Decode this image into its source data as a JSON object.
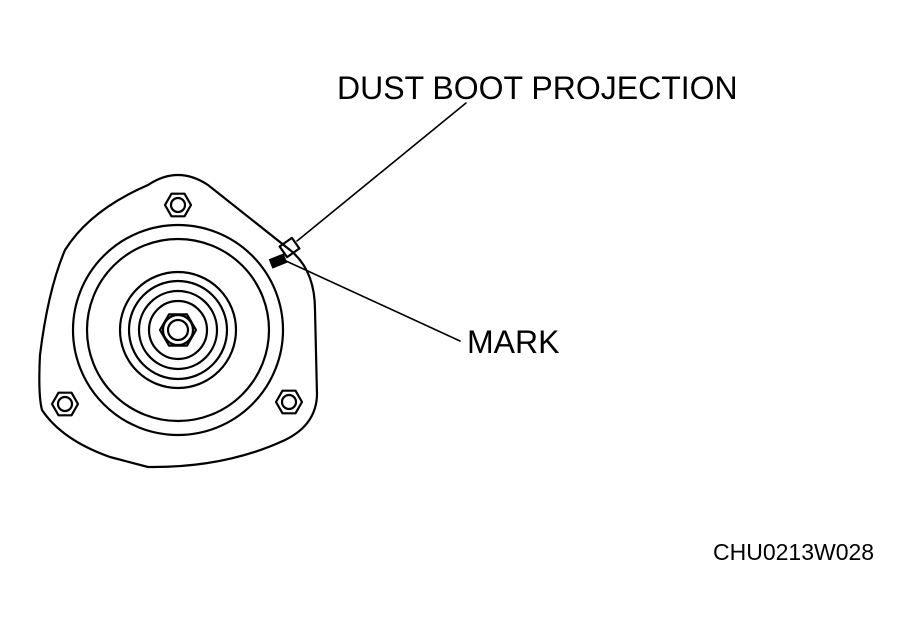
{
  "labels": {
    "dust_boot_projection": "DUST BOOT PROJECTION",
    "mark": "MARK"
  },
  "figure_code": "CHU0213W028",
  "colors": {
    "line": "#000000",
    "background": "#ffffff"
  }
}
